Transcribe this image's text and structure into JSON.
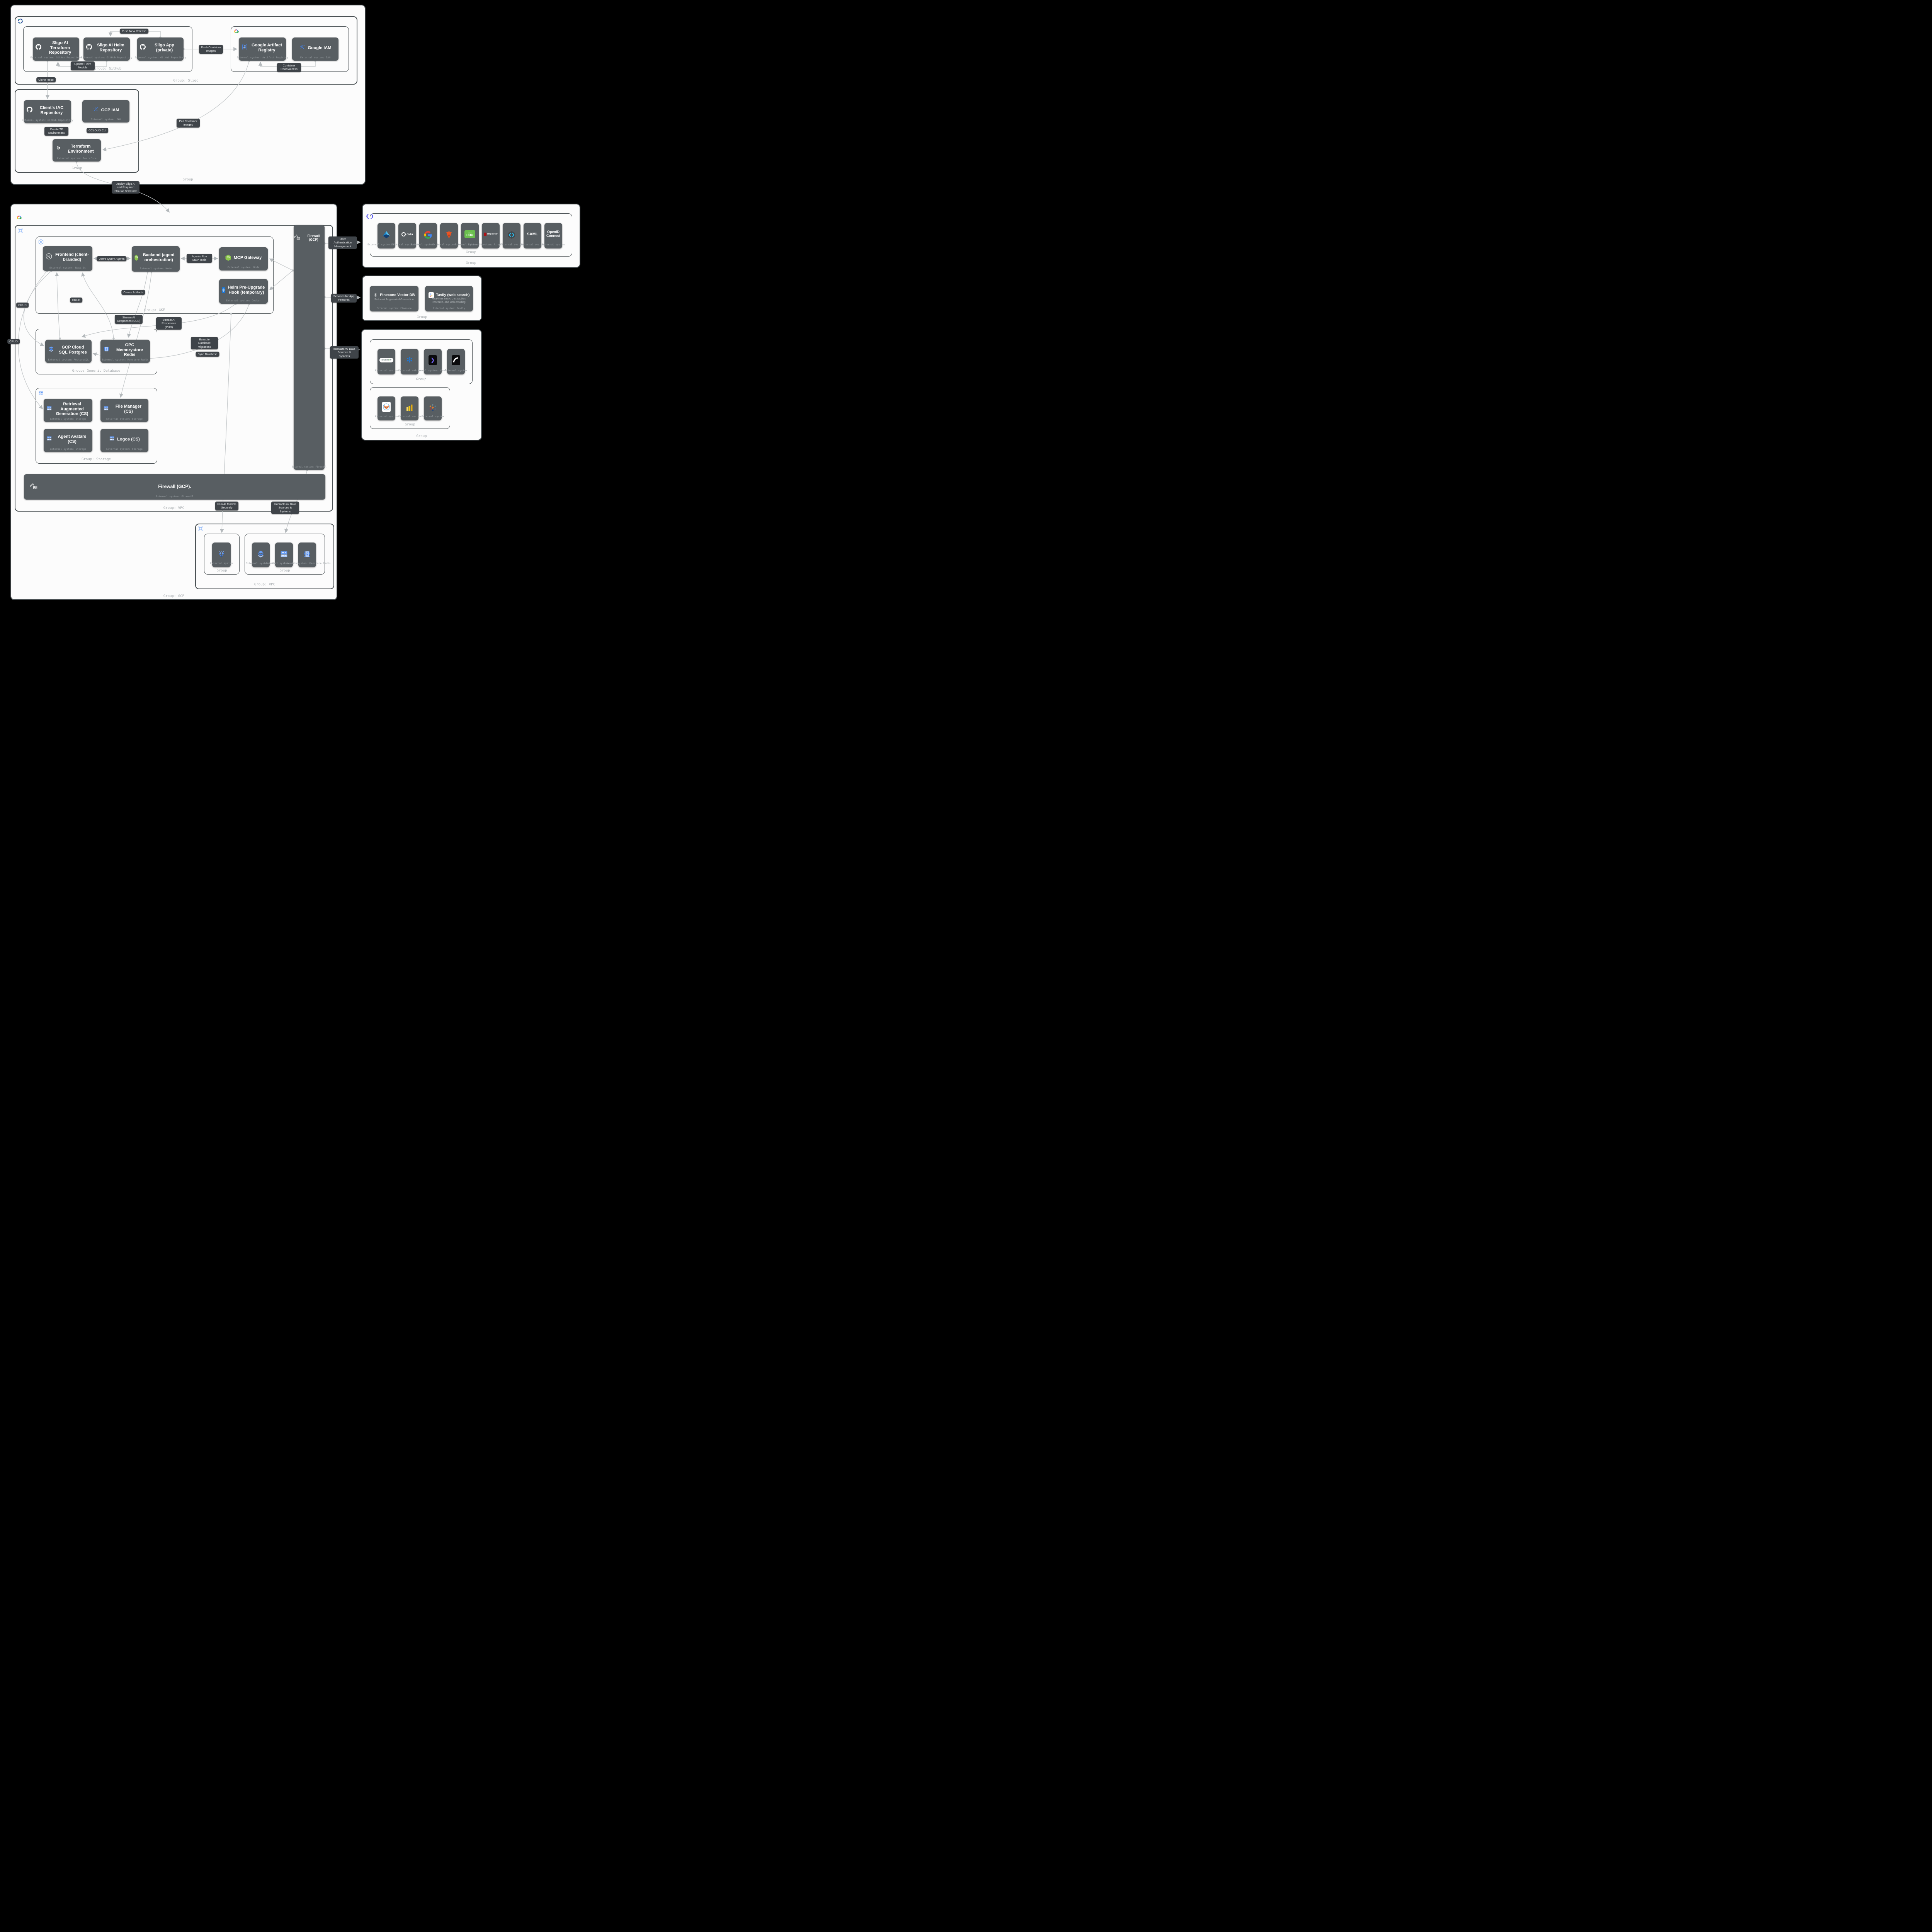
{
  "groups": {
    "top_outer": "Group",
    "sligo": "Group: Sligo",
    "github": "Group: GitHub",
    "gcp_top": "Group: GCP",
    "iac": "Group",
    "gcp_main": "Group: GCP",
    "vpc_main": "Group: VPC",
    "gke": "Group: GKE",
    "database": "Group: Generic Database",
    "storage": "Group: Storage",
    "vpc_bottom": "Group: VPC",
    "vpc_bottom_left": "Group",
    "vpc_bottom_right": "Group",
    "auth_outer": "Group",
    "auth_inner": "Group",
    "app_services": "Group",
    "data_outer": "Group",
    "data_row1": "Group",
    "data_row2": "Group"
  },
  "nodes": {
    "terraform_repo": {
      "title": "Sligo AI Terraform Repository",
      "sub": "External system: GitHub Repository"
    },
    "helm_repo": {
      "title": "Sligo AI Helm Repository",
      "sub": "External system: GitHub Repository"
    },
    "sligo_app": {
      "title": "Sligo App (private)",
      "sub": "External system: GitHub Repository"
    },
    "artifact_registry": {
      "title": "Google Artifact Registry",
      "sub": "External system: Artifact Registry"
    },
    "google_iam": {
      "title": "Google IAM",
      "sub": "External system: IAM"
    },
    "client_iac": {
      "title": "Client's IAC Repository",
      "sub": "External system: GitHub Repository"
    },
    "gcp_iam": {
      "title": "GCP IAM",
      "sub": "External system: IAM"
    },
    "terraform_env": {
      "title": "Terraform Environment",
      "sub": "External system: Terraform"
    },
    "frontend": {
      "title": "Frontend (client-branded)",
      "sub": "External system: Next.js"
    },
    "backend": {
      "title": "Backend (agent orchestration)",
      "sub": "External system: Node"
    },
    "mcp_gateway": {
      "title": "MCP Gateway",
      "sub": "External system: Node"
    },
    "helm_hook": {
      "title": "Helm Pre-Upgrade Hook (temporary)",
      "sub": "External system: Docker"
    },
    "cloud_sql": {
      "title": "GCP Cloud SQL Postgres",
      "sub": "External system: PostgreSQL"
    },
    "redis": {
      "title": "GPC Memorystore Redis",
      "sub": "External system: Memstore Redis"
    },
    "rag": {
      "title": "Retrieval Augmented Generation (CS)",
      "sub": "External system: Storage"
    },
    "file_manager": {
      "title": "File Manager (CS)",
      "sub": "External system: Storage"
    },
    "agent_avatars": {
      "title": "Agent Avatars (CS)",
      "sub": "External system: Storage"
    },
    "logos": {
      "title": "Logos (CS)",
      "sub": "External system: Storage"
    },
    "firewall_h": {
      "title": "Firewall (GCP).",
      "sub": "External system: Firewall"
    },
    "firewall_v": {
      "title": "Firewall (GCP)",
      "sub": "External system: Firewall"
    },
    "pinecone": {
      "title": "Pinecone Vector DB",
      "desc": "Retrieval Augmented Generation",
      "sub": "External system: Pinecone"
    },
    "tavily": {
      "title": "Tavily (web search)",
      "desc": "Real-time search, extraction, research, and web crawling",
      "sub": "External system: Tavily"
    }
  },
  "tiles": {
    "entra": {
      "sub": "External system: Entra ID"
    },
    "okta": {
      "sub": "External system: Okta"
    },
    "google": {
      "sub": "External system: Google"
    },
    "auth0": {
      "sub": "External system: Auth0"
    },
    "duo": {
      "sub": "External system: Duo"
    },
    "ping": {
      "sub": "External system: Ping Identity"
    },
    "sso7": {
      "sub": "External system"
    },
    "saml": {
      "title": "SAML",
      "sub": "External system"
    },
    "oidc": {
      "title": "OpenID Connect",
      "sub": "External system"
    },
    "servicenow": {
      "sub": "External system"
    },
    "coupa": {
      "sub": "External system"
    },
    "keelvar": {
      "sub": "External system: Keelvar"
    },
    "arkestro": {
      "sub": "External system"
    },
    "fox": {
      "sub": "External system"
    },
    "powerbi": {
      "sub": "External system"
    },
    "tableau": {
      "sub": "External system"
    },
    "vertex": {
      "sub": "External system"
    },
    "sql_tile": {
      "sub": "External system: SQL"
    },
    "storage_tile": {
      "sub": "External system: Storage"
    },
    "memstore_tile": {
      "sub": "External system: Memstore Redis"
    }
  },
  "edge_labels": {
    "push_new_release": "Push New Release",
    "update_helm": "Update Helm Module",
    "clone_repo": "Clone Repo",
    "push_container": "Push Container Images",
    "container_read": "Container Read Access",
    "create_tf": "Create TF Environment",
    "gcloud_cli": "GCLOUD CLI",
    "pull_container": "Pull Container Images",
    "deploy": "Deploy Sligo AI and Required Infra via Terraform",
    "users_query": "Users Query Agents",
    "agents_mcp": "Agents Run MCP Tools",
    "create_artifacts": "Create Artifacts",
    "crud1": "CRUD",
    "crud2": "CRUD",
    "crud3": "CRUD",
    "stream_sub": "Stream AI Responses (SUB)",
    "stream_pub": "Stream AI Responses (PUB)",
    "exec_migrations": "Execute Database Migrations",
    "sync_db": "Sync Database",
    "user_auth": "User Authentication Management",
    "services_app": "Services for App Features",
    "interacts1": "Interacts w/ Data Sources & Systems",
    "interacts2": "Interacts w/ Data Sources & Systems",
    "run_ai": "Run AI Models Securely"
  },
  "colors": {
    "canvas": "#000000",
    "group_bg": "#fcfcfc",
    "group_border": "#4b5255",
    "card_bg": "#585e62",
    "pill_bg": "#3f4449",
    "edge": "#c3c7c9",
    "accent_blue": "#4285f4"
  }
}
